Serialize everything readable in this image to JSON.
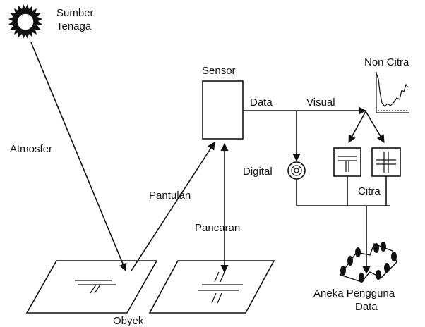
{
  "labels": {
    "sun_line1": "Sumber",
    "sun_line2": "Tenaga",
    "atmosphere": "Atmosfer",
    "sensor": "Sensor",
    "data": "Data",
    "visual": "Visual",
    "non_image": "Non Citra",
    "digital": "Digital",
    "image": "Citra",
    "reflection": "Pantulan",
    "emission": "Pancaran",
    "object": "Obyek",
    "users_line1": "Aneka Pengguna",
    "users_line2": "Data"
  }
}
